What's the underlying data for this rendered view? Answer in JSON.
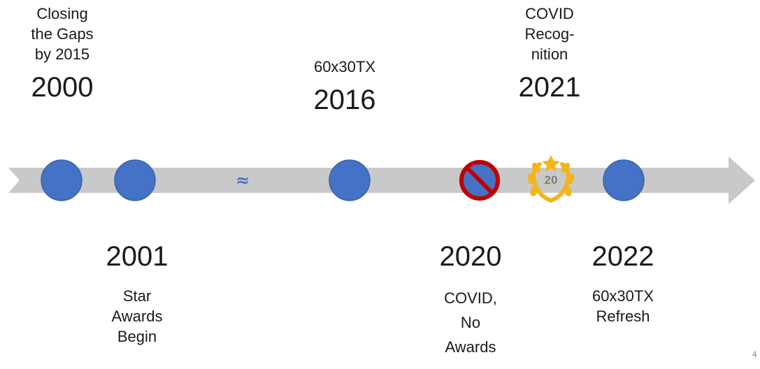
{
  "colors": {
    "arrow": "#c9c9c9",
    "dot": "#4472c4",
    "dot_stroke": "#3a64b0",
    "no_symbol": "#c00000",
    "medal_gold": "#f2b51d"
  },
  "top_events": [
    {
      "id": "2000",
      "year": "2000",
      "lines": [
        "Closing",
        "the Gaps",
        "by 2015"
      ]
    },
    {
      "id": "2016",
      "year": "2016",
      "lines": [
        "60x30TX"
      ]
    },
    {
      "id": "2021",
      "year": "2021",
      "lines": [
        "COVID",
        "Recog-",
        "nition"
      ]
    }
  ],
  "bottom_events": [
    {
      "id": "2001",
      "year": "2001",
      "lines": [
        "Star",
        "Awards",
        "Begin"
      ]
    },
    {
      "id": "2020",
      "year": "2020",
      "lines": [
        "COVID,",
        "No",
        "Awards"
      ]
    },
    {
      "id": "2022",
      "year": "2022",
      "lines": [
        "60x30TX",
        "Refresh"
      ]
    }
  ],
  "gap_marker": "≈",
  "medal_label": "20",
  "page_number": "4"
}
